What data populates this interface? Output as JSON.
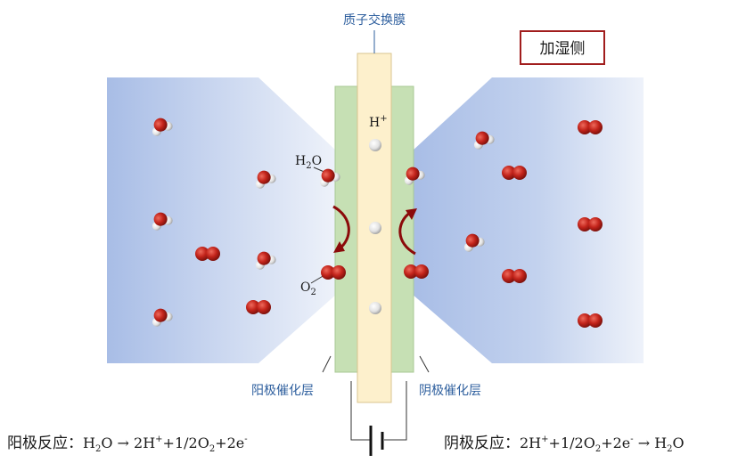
{
  "labels": {
    "membrane": "质子交换膜",
    "humidification": "加湿侧",
    "anode_catalyst": "阳极催化层",
    "cathode_catalyst": "阴极催化层",
    "proton": "H",
    "proton_sup": "+",
    "water": "H",
    "water_sub": "2",
    "water_tail": "O",
    "oxygen": "O",
    "oxygen_sub": "2"
  },
  "equations": {
    "anode": {
      "title": "阳极反应：",
      "p1": "H",
      "p1_sub": "2",
      "p2": "O → 2H",
      "p2_sup": "+",
      "p3": "+1/2O",
      "p3_sub": "2",
      "p4": "+2e",
      "p4_sup": "-"
    },
    "cathode": {
      "title": "阴极反应：",
      "p1": "2H",
      "p1_sup": "+",
      "p2": "+1/2O",
      "p2_sub": "2",
      "p3": "+2e",
      "p3_sup": "-",
      "p4": " → H",
      "p4_sub": "2",
      "p5": "O"
    }
  },
  "colors": {
    "gas_region": "#a9bfe6",
    "catalyst_layer": "#c6e0b4",
    "membrane": "#fdf0cc",
    "label_blue": "#2e5f9e",
    "oxygen_atom": "#c0261f",
    "arrow": "#8b0a0a",
    "humid_border": "#a11d1d"
  }
}
